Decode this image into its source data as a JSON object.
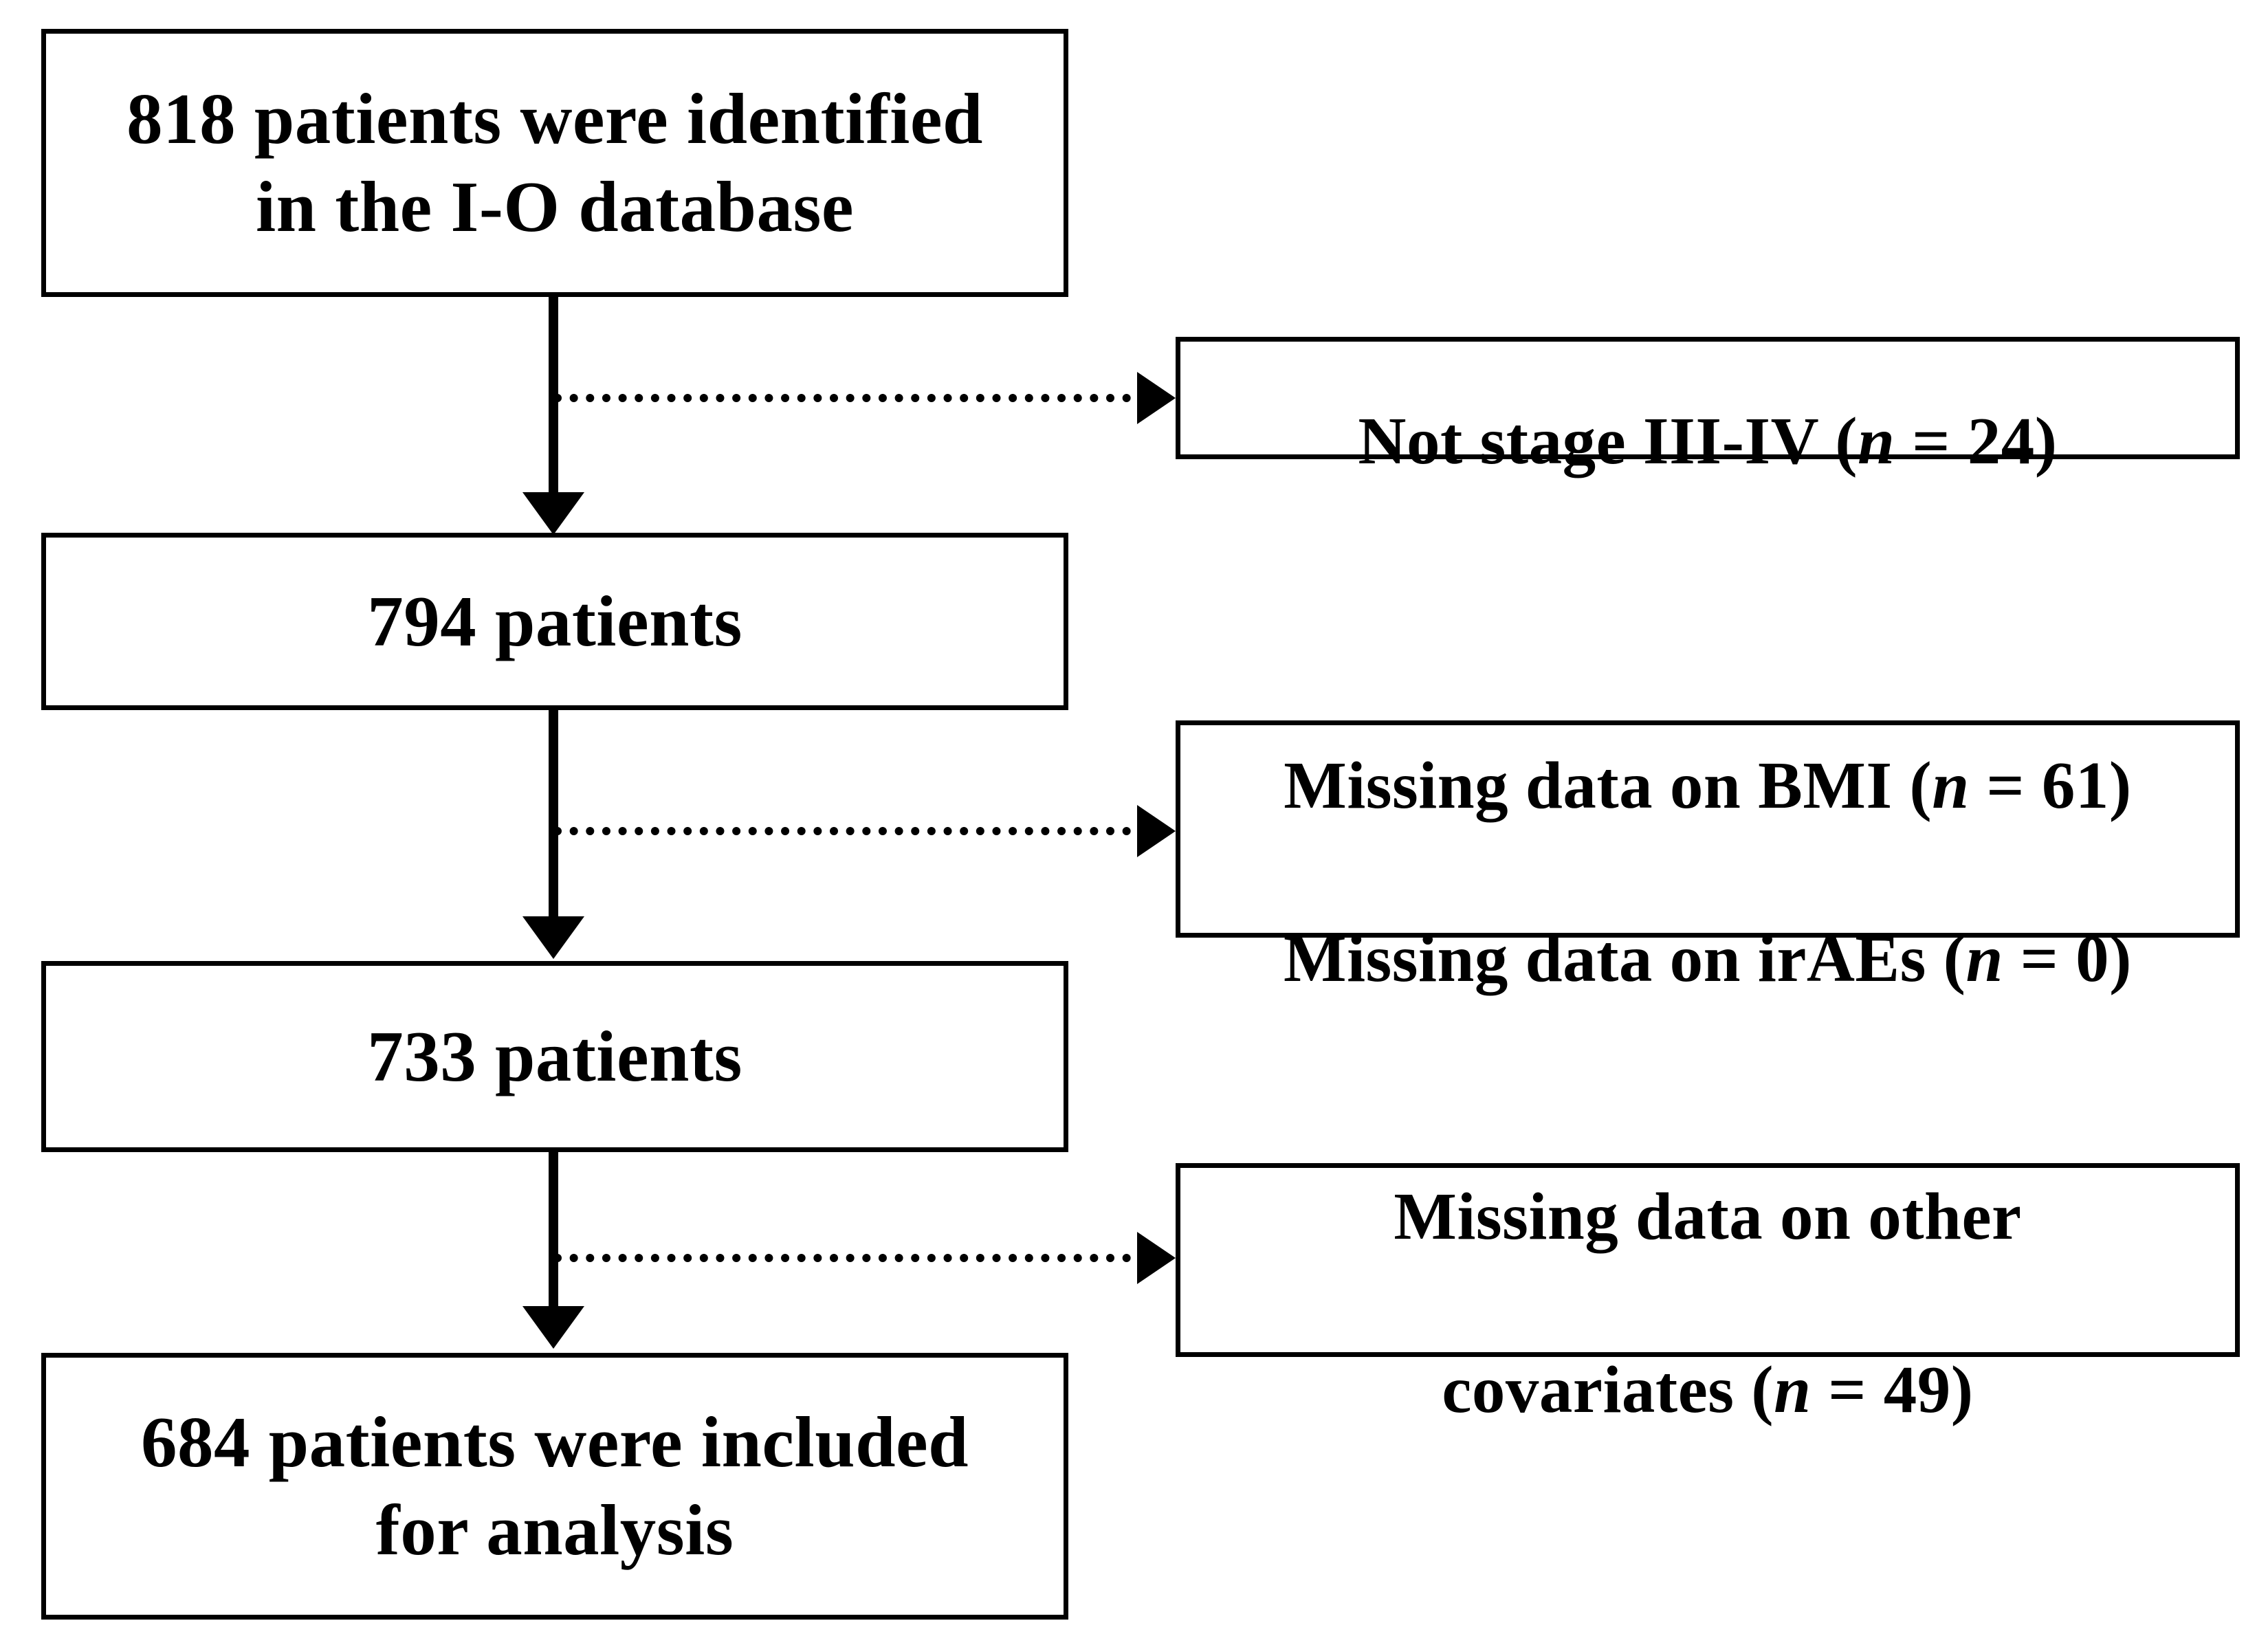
{
  "diagram": {
    "type": "patient-selection-flowchart",
    "title": "Patient selection flow diagram",
    "main_flow": [
      {
        "id": "identified",
        "label": "818 patients were identified\nin the I-O database",
        "count": 818
      },
      {
        "id": "after-stage-exclusion",
        "label": "794 patients",
        "count": 794
      },
      {
        "id": "after-bmi-irae-exclusion",
        "label": "733 patients",
        "count": 733
      },
      {
        "id": "included",
        "label": "684 patients were included\nfor analysis",
        "count": 684
      }
    ],
    "exclusions": [
      {
        "id": "not-stage-iii-iv",
        "lines": [
          {
            "prefix": "Not stage III-IV (",
            "n": "n",
            "suffix": " = 24)",
            "count": 24
          }
        ]
      },
      {
        "id": "missing-bmi-irae",
        "lines": [
          {
            "prefix": "Missing data on BMI (",
            "n": "n",
            "suffix": " = 61)",
            "count": 61
          },
          {
            "prefix": "Missing data on irAEs (",
            "n": "n",
            "suffix": " = 0)",
            "count": 0
          }
        ]
      },
      {
        "id": "missing-other-covariates",
        "lines": [
          {
            "prefix": "Missing data on other",
            "n": "",
            "suffix": "",
            "count": null
          },
          {
            "prefix": "covariates (",
            "n": "n",
            "suffix": " = 49)",
            "count": 49
          }
        ]
      }
    ],
    "connectors": {
      "vertical_style": "solid-arrow",
      "horizontal_style": "dotted-arrow"
    },
    "colors": {
      "stroke": "#000000",
      "fill": "#ffffff",
      "text": "#000000"
    }
  }
}
